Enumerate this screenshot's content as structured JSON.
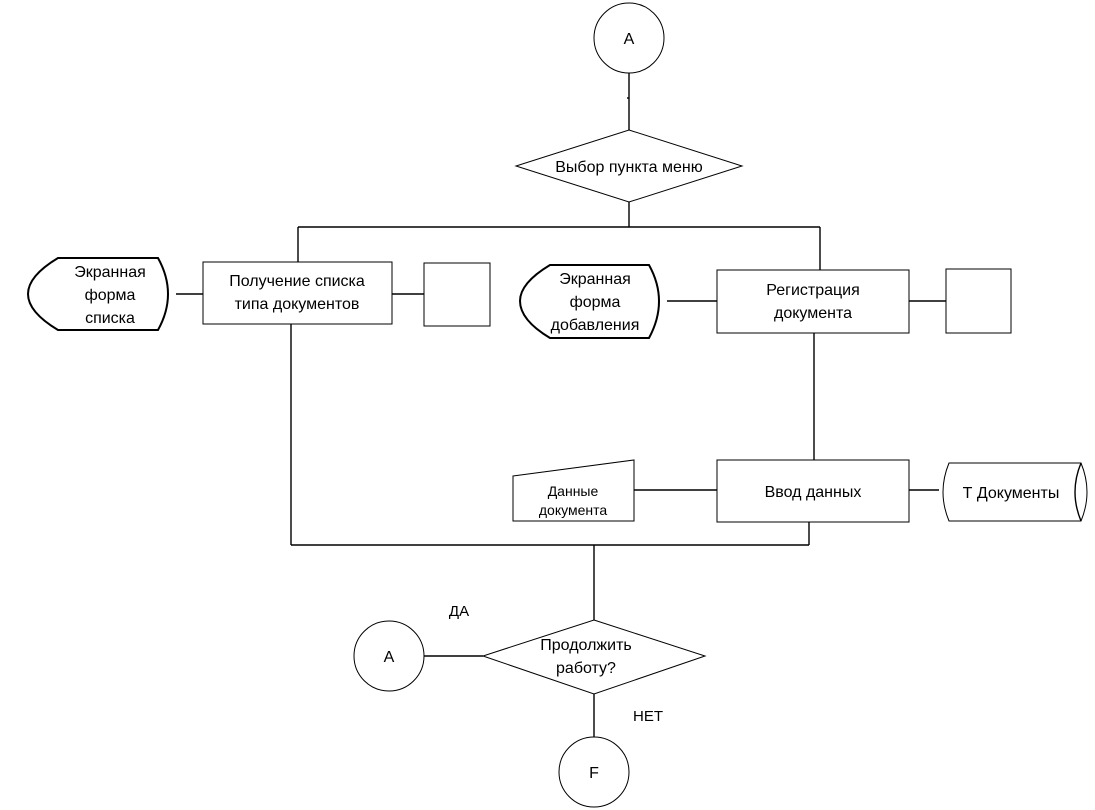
{
  "connector_top": "A",
  "decision_menu": "Выбор пункта меню",
  "display_list": [
    "Экранная",
    "форма",
    "списка"
  ],
  "process_get_list": [
    "Получение списка",
    "типа документов"
  ],
  "display_add": [
    "Экранная",
    "форма",
    "добавления"
  ],
  "process_register": [
    "Регистрация",
    "документа"
  ],
  "manual_input": [
    "Данные",
    "документа"
  ],
  "process_input": "Ввод данных",
  "storage_documents": "Т Документы",
  "label_yes": "ДА",
  "connector_loop": "A",
  "decision_continue": [
    "Продолжить",
    "работу?"
  ],
  "label_no": "НЕТ",
  "connector_end": "F"
}
